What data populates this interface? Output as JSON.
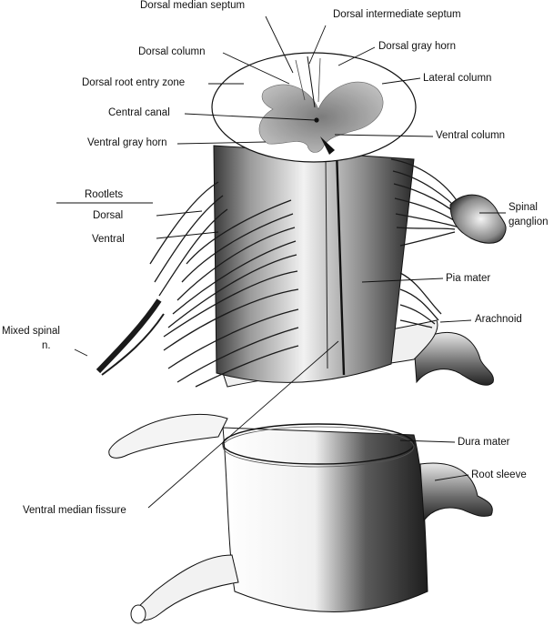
{
  "diagram": {
    "colors": {
      "ink": "#111111",
      "shade": "#4a4a4a",
      "light": "#d9d9d9",
      "paper": "#ffffff",
      "gray_matter": "#8f8f8f"
    },
    "labels": {
      "dorsal_median_septum": "Dorsal median septum",
      "dorsal_intermediate_septum": "Dorsal intermediate septum",
      "dorsal_column": "Dorsal column",
      "dorsal_gray_horn": "Dorsal gray horn",
      "dorsal_root_entry_zone": "Dorsal root entry zone",
      "lateral_column": "Lateral column",
      "central_canal": "Central canal",
      "ventral_gray_horn": "Ventral gray horn",
      "ventral_column": "Ventral column",
      "rootlets": "Rootlets",
      "dorsal": "Dorsal",
      "ventral": "Ventral",
      "spinal_ganglion_1": "Spinal",
      "spinal_ganglion_2": "ganglion",
      "pia_mater": "Pia mater",
      "mixed_spinal_1": "Mixed spinal",
      "mixed_spinal_2": "n.",
      "arachnoid": "Arachnoid",
      "dura_mater": "Dura mater",
      "root_sleeve": "Root sleeve",
      "ventral_median_fissure": "Ventral median fissure"
    }
  }
}
